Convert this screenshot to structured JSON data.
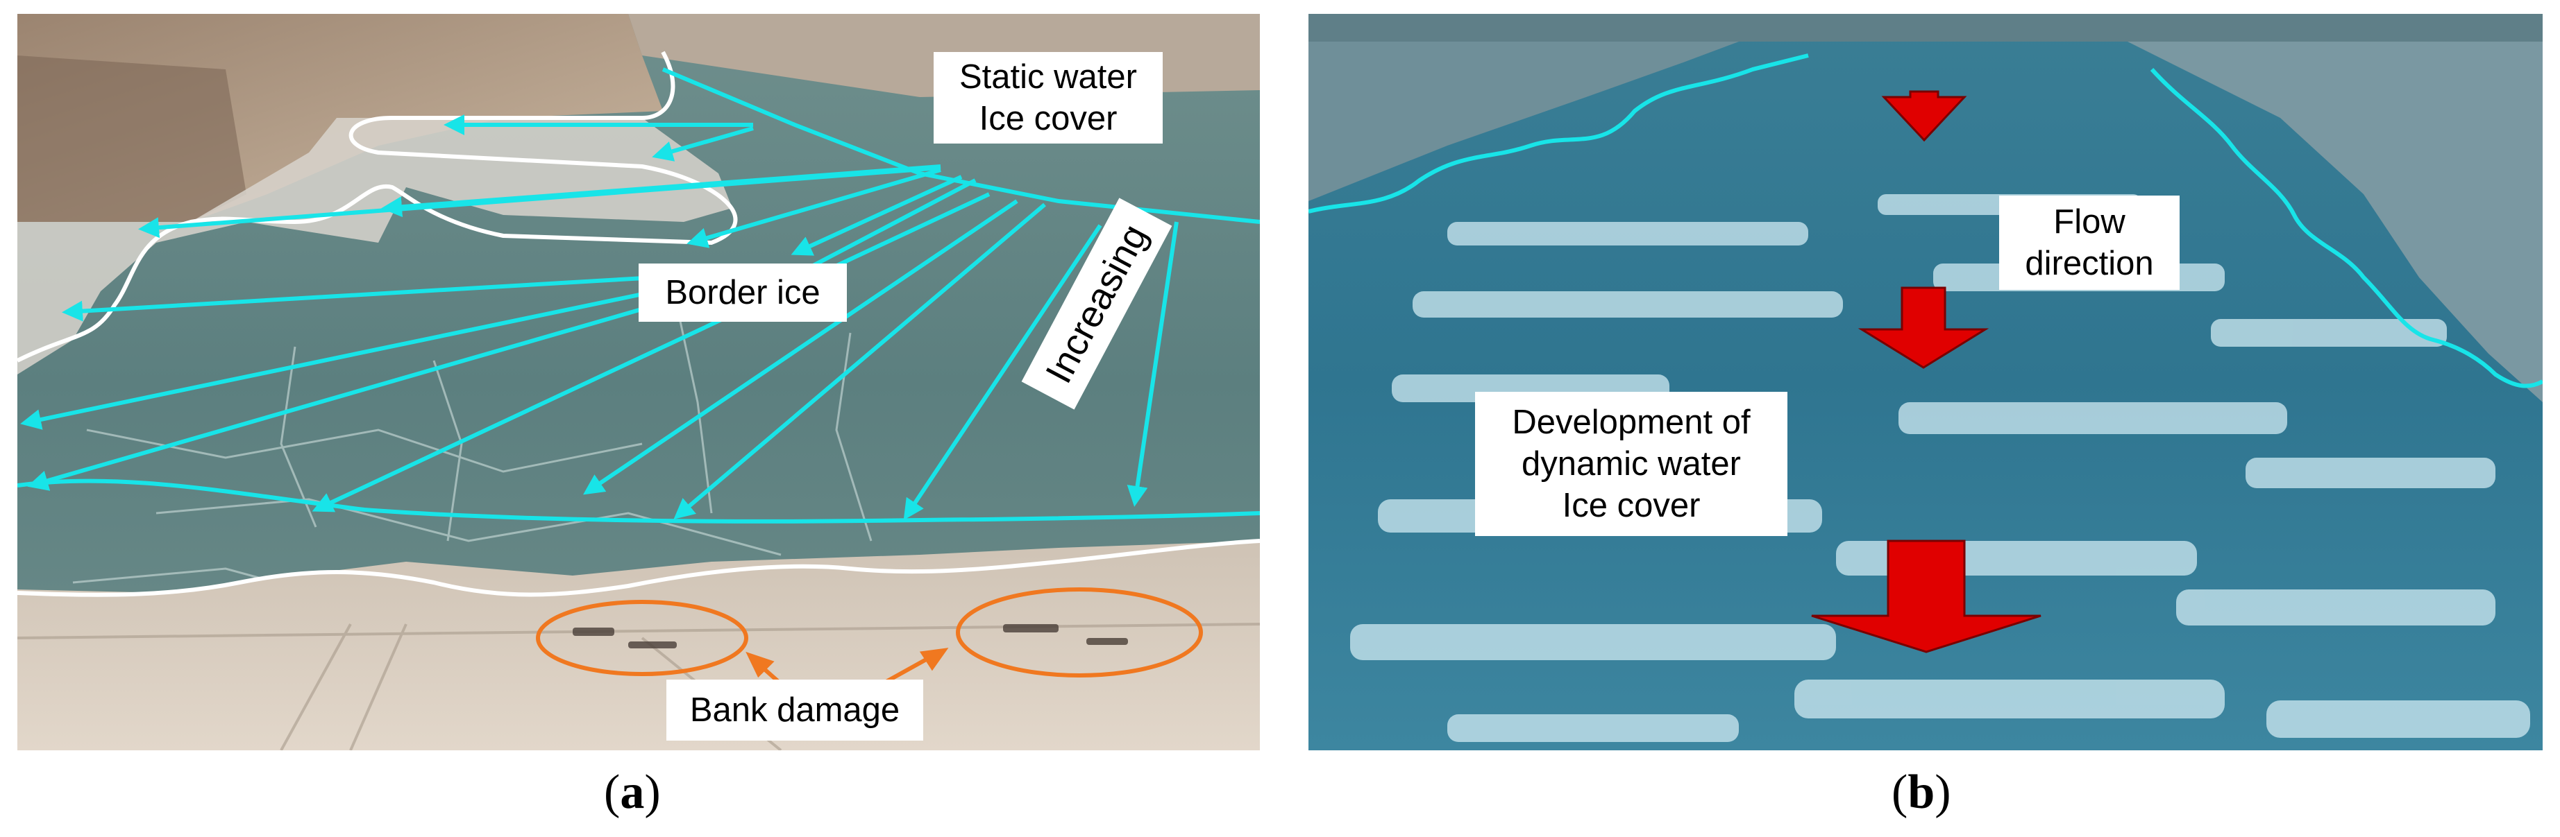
{
  "panel_a": {
    "labels": {
      "static_line1": "Static water",
      "static_line2": "Ice cover",
      "border_ice": "Border ice",
      "increasing": "Increasing",
      "bank_damage": "Bank damage"
    },
    "caption_letter": "a"
  },
  "panel_b": {
    "labels": {
      "flow_line1": "Flow",
      "flow_line2": "direction",
      "dev_line1": "Development of",
      "dev_line2": "dynamic water",
      "dev_line3": "Ice cover"
    },
    "caption_letter": "b"
  },
  "colors": {
    "annotation_cyan": "#18e4e8",
    "boundary_white": "#ffffff",
    "damage_orange": "#f07820",
    "flow_arrow_red": "#e00000"
  }
}
